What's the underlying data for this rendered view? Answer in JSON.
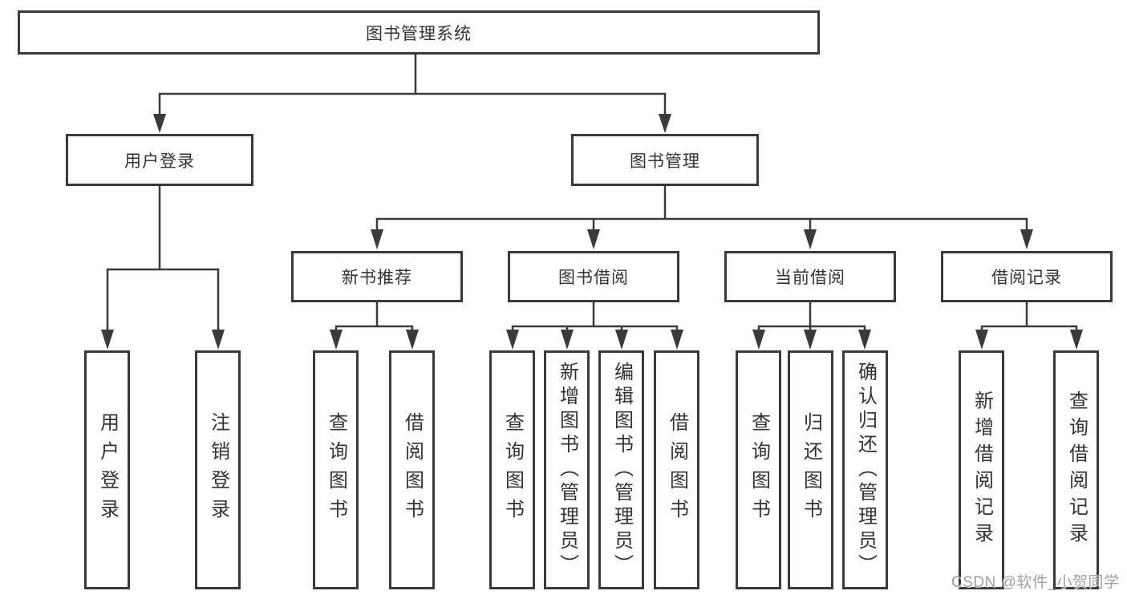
{
  "tree": {
    "root": "图书管理系统",
    "branches": [
      {
        "label": "用户登录",
        "children": [
          "用户登录",
          "注销登录"
        ]
      },
      {
        "label": "图书管理",
        "sections": [
          {
            "label": "新书推荐",
            "children": [
              "查询图书",
              "借阅图书"
            ]
          },
          {
            "label": "图书借阅",
            "children": [
              "查询图书",
              "新增图书（管理员）",
              "编辑图书（管理员）",
              "借阅图书"
            ]
          },
          {
            "label": "当前借阅",
            "children": [
              "查询图书",
              "归还图书",
              "确认归还（管理员）"
            ]
          },
          {
            "label": "借阅记录",
            "children": [
              "新增借阅记录",
              "查询借阅记录"
            ]
          }
        ]
      }
    ]
  },
  "watermark": "CSDN @软件_小贺同学",
  "colors": {
    "line": "#3a3a3a",
    "text": "#333333",
    "watermark": "#a0a0a0",
    "background": "#ffffff"
  }
}
